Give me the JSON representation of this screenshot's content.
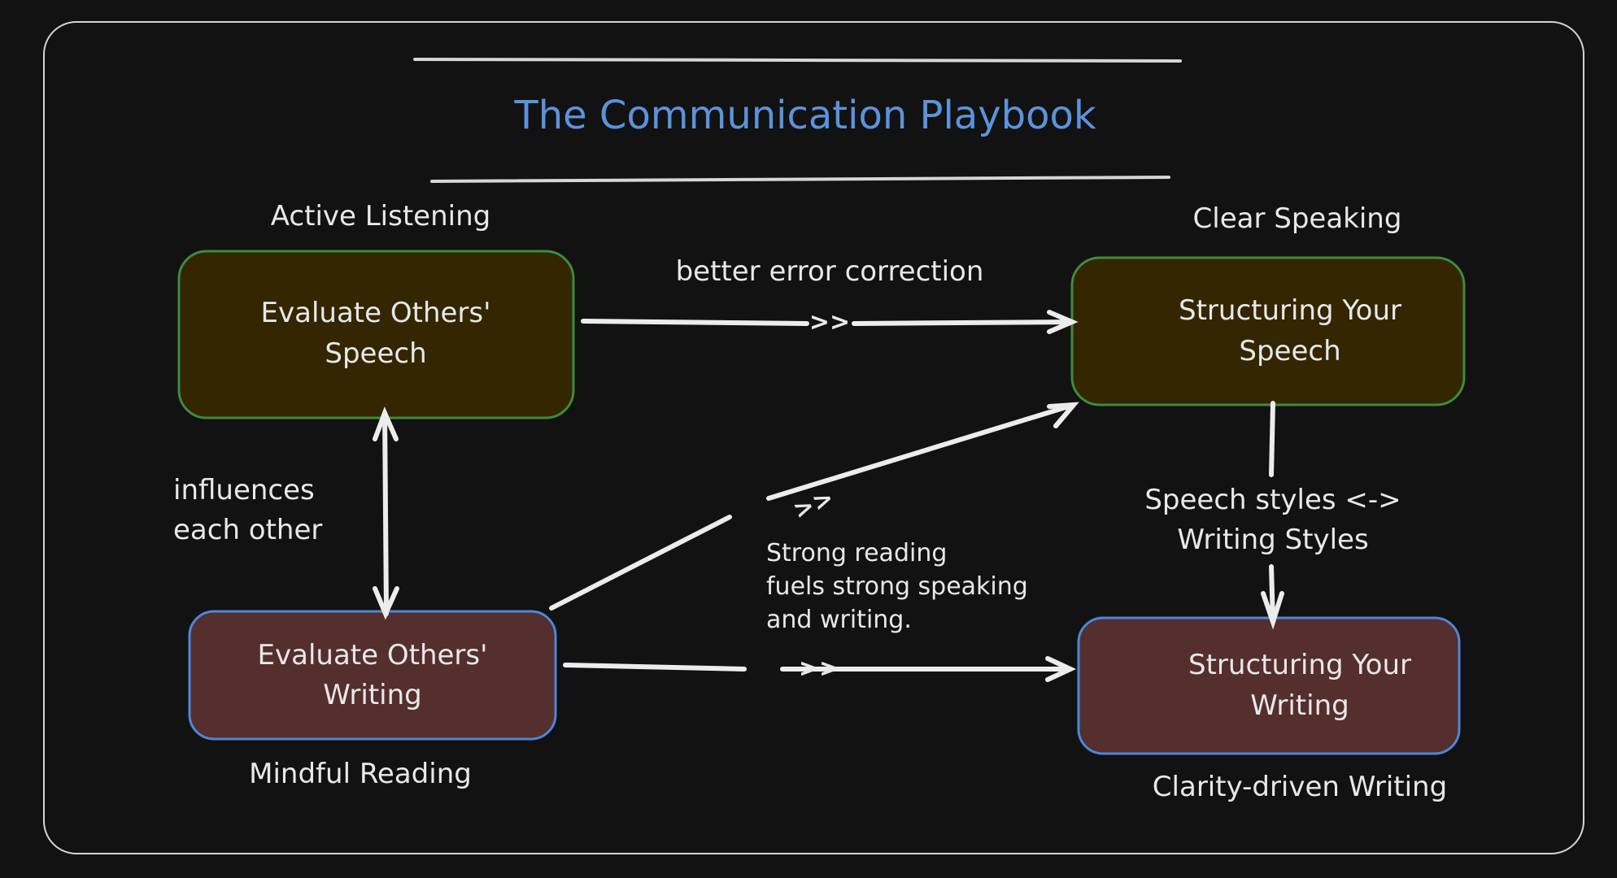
{
  "title": "The Communication Playbook",
  "colors": {
    "background": "#121212",
    "title": "#5b93dc",
    "text": "#e8e8e8",
    "speech_box_fill": "#332600",
    "speech_box_border": "#3f8a3f",
    "writing_box_fill": "#552e2e",
    "writing_box_border": "#4a88d8"
  },
  "nodes": [
    {
      "id": "eval-speech",
      "lines": [
        "Evaluate Others'",
        "Speech"
      ],
      "caption": "Active Listening"
    },
    {
      "id": "struct-speech",
      "lines": [
        "Structuring Your",
        "Speech"
      ],
      "caption": "Clear Speaking"
    },
    {
      "id": "eval-writing",
      "lines": [
        "Evaluate Others'",
        "Writing"
      ],
      "caption": "Mindful Reading"
    },
    {
      "id": "struct-writing",
      "lines": [
        "Structuring Your",
        "Writing"
      ],
      "caption": "Clarity-driven Writing"
    }
  ],
  "edges": [
    {
      "from": "eval-speech",
      "to": "struct-speech",
      "label": "better error correction",
      "marker": ">>"
    },
    {
      "from": "eval-speech",
      "to": "eval-writing",
      "label_lines": [
        "influences",
        "each other"
      ],
      "bidirectional": true
    },
    {
      "from": "eval-writing",
      "to": "struct-speech",
      "label_lines": [
        "Strong reading",
        "fuels strong speaking",
        "and writing."
      ],
      "marker": ">>"
    },
    {
      "from": "eval-writing",
      "to": "struct-writing",
      "marker": ">>"
    },
    {
      "from": "struct-speech",
      "to": "struct-writing",
      "label_lines": [
        "Speech styles <->",
        "Writing Styles"
      ]
    }
  ]
}
